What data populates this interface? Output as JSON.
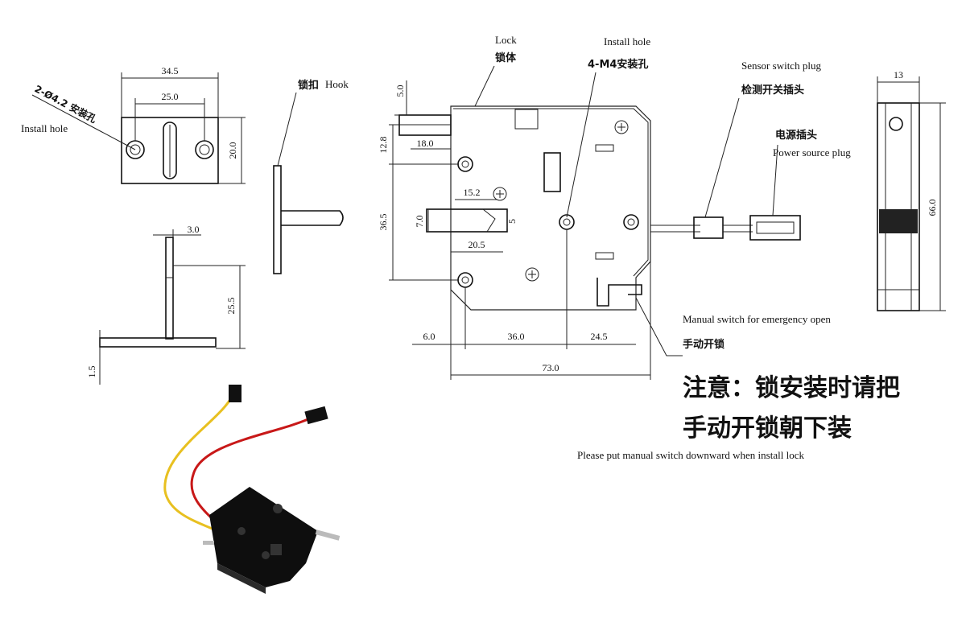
{
  "strike_plate": {
    "width_label": "34.5",
    "hole_spacing_label": "25.0",
    "height_label": "20.0",
    "hole_note_cn": "2-Ø4.2 安装孔",
    "hole_note_en": "Install hole"
  },
  "hook_side": {
    "title_cn": "锁扣",
    "title_en": "Hook",
    "thickness_label": "3.0",
    "pin_length_label": "25.5",
    "plate_thickness_label": "1.5"
  },
  "lock_body": {
    "title_en": "Lock",
    "title_cn": "锁体",
    "install_hole_en": "Install hole",
    "install_hole_cn": "4-M4安装孔",
    "sensor_plug_en": "Sensor switch plug",
    "sensor_plug_cn": "检测开关插头",
    "power_plug_cn": "电源插头",
    "power_plug_en": "Power source plug",
    "manual_en": "Manual switch for emergency open",
    "manual_cn": "手动开锁",
    "dims": {
      "d5": "5.0",
      "d12_8": "12.8",
      "d18": "18.0",
      "d15_2": "15.2",
      "d36_5": "36.5",
      "d7": "7.0",
      "d5b": "5",
      "d20_5": "20.5",
      "d6": "6.0",
      "d36": "36.0",
      "d24_5": "24.5",
      "d73": "73.0"
    }
  },
  "side_view": {
    "width_label": "13",
    "height_label": "66.0"
  },
  "note": {
    "cn_line1": "注意：锁安装时请把",
    "cn_line2": "手动开锁朝下装",
    "en": "Please put manual switch downward  when install lock"
  },
  "product_photo": {
    "wire_colors": [
      "#e8c020",
      "#c81818"
    ],
    "body_color": "#0e0e0e"
  }
}
